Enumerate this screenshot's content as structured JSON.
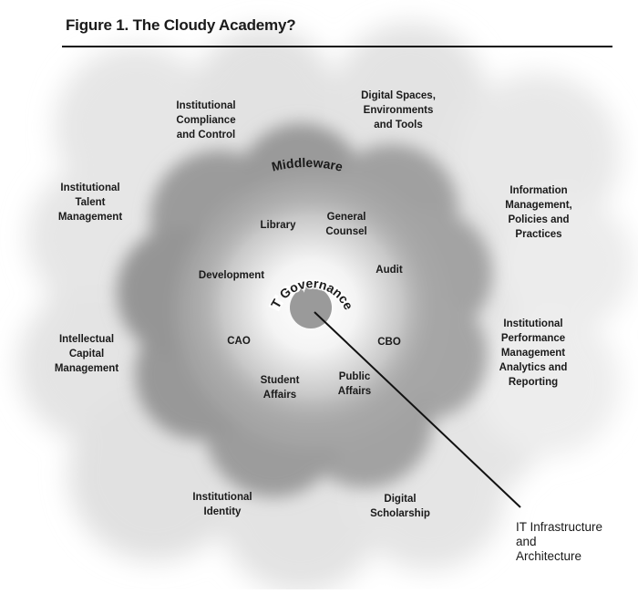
{
  "title": "Figure 1. The Cloudy Academy?",
  "outer_labels": [
    "Institutional\nCompliance\nand Control",
    "Digital Spaces,\nEnvironments\nand Tools",
    "Institutional\nTalent\nManagement",
    "Information\nManagement,\nPolicies and\nPractices",
    "Intellectual\nCapital\nManagement",
    "Institutional\nPerformance\nManagement\nAnalytics and\nReporting",
    "Institutional\nIdentity",
    "Digital\nScholarship"
  ],
  "middleware_label": "Middleware",
  "inner_labels": [
    "Library",
    "General\nCounsel",
    "Development",
    "Audit",
    "CAO",
    "CBO",
    "Student\nAffairs",
    "Public\nAffairs"
  ],
  "core_label": "IT Governance",
  "callout_label": "IT Infrastructure\nand\nArchitecture",
  "colors": {
    "text": "#1a1a1a",
    "core": "#9a9a9a",
    "rule": "#111111"
  }
}
